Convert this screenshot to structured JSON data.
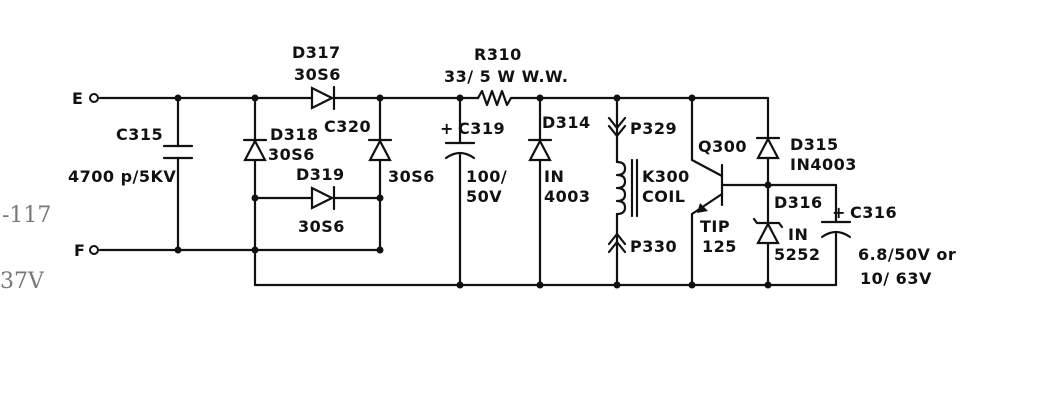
{
  "terminals": {
    "e": "E",
    "f": "F"
  },
  "components": {
    "d317": {
      "ref": "D317",
      "value": "30S6"
    },
    "r310": {
      "ref": "R310",
      "value": "33/ 5 W W.W."
    },
    "c315": {
      "ref": "C315",
      "value": "4700 p/5KV"
    },
    "d318": {
      "ref": "D318",
      "value": "30S6"
    },
    "c320": {
      "ref": "C320"
    },
    "c320_value": "30S6",
    "d319": {
      "ref": "D319",
      "value": "30S6"
    },
    "c319": {
      "ref": "C319",
      "value_line1": "100/",
      "value_line2": "50V",
      "polarity": "+"
    },
    "d314": {
      "ref": "D314",
      "value_line1": "IN",
      "value_line2": "4003"
    },
    "p329": {
      "ref": "P329"
    },
    "k300": {
      "ref": "K300",
      "value": "COIL"
    },
    "p330": {
      "ref": "P330"
    },
    "q300": {
      "ref": "Q300",
      "value_line1": "TIP",
      "value_line2": "125"
    },
    "d315": {
      "ref": "D315",
      "value": "IN4003"
    },
    "d316": {
      "ref": "D316",
      "value_line1": "IN",
      "value_line2": "5252"
    },
    "c316": {
      "ref": "C316",
      "value_line1": "6.8/50V or",
      "value_line2": "10/ 63V",
      "polarity": "+"
    }
  },
  "margin_notes": {
    "note1": "-117",
    "note2": "37V"
  }
}
